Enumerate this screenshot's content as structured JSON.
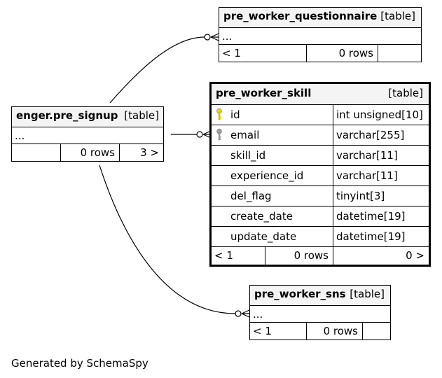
{
  "tables": {
    "questionnaire": {
      "name": "pre_worker_questionnaire",
      "type": "[table]",
      "placeholder": "...",
      "footer": {
        "parents": "< 1",
        "rows": "0 rows",
        "children": ""
      }
    },
    "skill": {
      "name": "pre_worker_skill",
      "type": "[table]",
      "columns": [
        {
          "name": "id",
          "type": "int unsigned[10]",
          "key": "primary"
        },
        {
          "name": "email",
          "type": "varchar[255]",
          "key": "foreign"
        },
        {
          "name": "skill_id",
          "type": "varchar[11]",
          "key": ""
        },
        {
          "name": "experience_id",
          "type": "varchar[11]",
          "key": ""
        },
        {
          "name": "del_flag",
          "type": "tinyint[3]",
          "key": ""
        },
        {
          "name": "create_date",
          "type": "datetime[19]",
          "key": ""
        },
        {
          "name": "update_date",
          "type": "datetime[19]",
          "key": ""
        }
      ],
      "footer": {
        "parents": "< 1",
        "rows": "0 rows",
        "children": "0 >"
      }
    },
    "signup": {
      "name": "enger.pre_signup",
      "type": "[table]",
      "placeholder": "...",
      "footer": {
        "parents": "",
        "rows": "0 rows",
        "children": "3 >"
      }
    },
    "sns": {
      "name": "pre_worker_sns",
      "type": "[table]",
      "placeholder": "...",
      "footer": {
        "parents": "< 1",
        "rows": "0 rows",
        "children": ""
      }
    }
  },
  "colors": {
    "primary_key": "#e6d800",
    "foreign_key": "#9e9e9e",
    "header_bg": "#f4f4f4"
  },
  "footer_text": "Generated by SchemaSpy"
}
